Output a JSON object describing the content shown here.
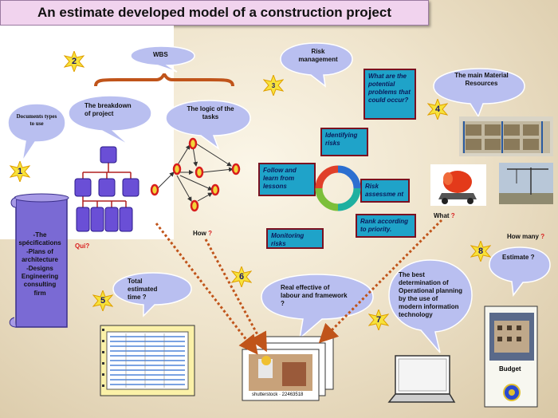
{
  "title": "An estimate developed model of a construction project",
  "bubbles": {
    "documents": "Documents types to use",
    "wbs": "WBS",
    "breakdown": "The breakdown of project",
    "logic": "The logic of the tasks",
    "risk": "Risk management",
    "material": "The main  Material Resources",
    "total_time": "Total  estimated time ?",
    "labour": "Real effective of labour and framework ?",
    "planning": "The best determination of Operational planning  by  the use of modern information technology",
    "estimate": "Estimate ?"
  },
  "steps": [
    "1",
    "2",
    "3",
    "4",
    "5",
    "6",
    "7",
    "8"
  ],
  "risk_boxes": {
    "problems": "What are the potential problems that could occur?",
    "identifying": "Identifying risks",
    "follow": "Follow and learn from lessons",
    "assessment": "Risk assessme nt",
    "rank": "Rank  according to priority.",
    "monitoring": "Monitoring risks"
  },
  "scroll_text": [
    "-The spécifications",
    "-Plans of architecture",
    "-Designs",
    "Engineering consulting firm"
  ],
  "labels": {
    "qui": "Qui?",
    "how": "How ",
    "how_q": "?",
    "what": "What ",
    "what_q": "?",
    "how_many": "How many ",
    "how_many_q": "?",
    "budget": "Budget",
    "stock": "shutterstock · 22463518"
  },
  "colors": {
    "accent": "#1fa3c9",
    "bubble": "#b9bff0",
    "node": "#d81d1d",
    "org": "#6a4fd6",
    "arrow": "#c0541a",
    "scroll": "#7a6ad4"
  }
}
